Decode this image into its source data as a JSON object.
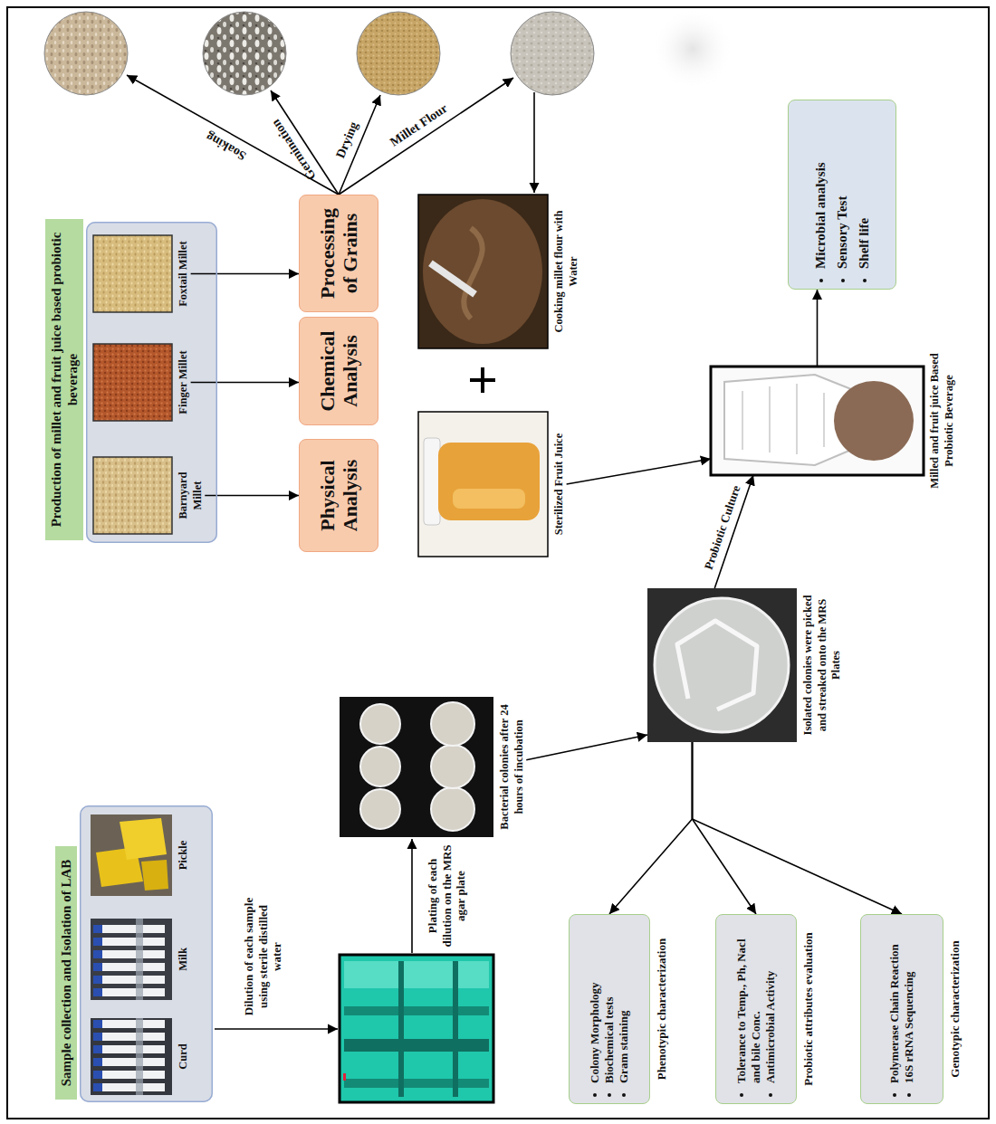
{
  "diagram": {
    "nodes": [
      {
        "text": [
          "Sample collection and Isolation of LAB"
        ]
      },
      {
        "text": [
          "Curd"
        ],
        "in": 0
      },
      {
        "text": [
          "Milk"
        ],
        "in": 0
      },
      {
        "text": [
          "Pickle"
        ],
        "in": 0
      },
      {
        "text": [
          "Production of millet and fruit juice based probiotic beverage"
        ]
      },
      {
        "text": [
          "Barnyard Millet"
        ],
        "in": 4
      },
      {
        "text": [
          "Finger Millet"
        ],
        "in": 4
      },
      {
        "text": [
          "Foxtail Millet"
        ],
        "in": 4
      },
      {
        "text": [
          "Physical Analysis"
        ]
      },
      {
        "text": [
          "Chemical Analysis"
        ]
      },
      {
        "text": [
          "Processing of Grains"
        ]
      },
      {
        "text": [
          "Bacterial colonies after 24 hours of incubation"
        ]
      },
      {
        "text": [
          "Isolated colonies were picked and streaked onto the MRS Plates"
        ]
      },
      {
        "text": [
          "Colony Morphology",
          "Biochemical tests",
          "Gram staining",
          "Phenotypic characterization"
        ]
      },
      {
        "text": [
          "Tolerance to Temp., Ph, Nacl and bile Conc.",
          "Antimicrobial Activity",
          "Probiotic attributes evaluation"
        ]
      },
      {
        "text": [
          "Polymerase Chain Reaction",
          "16S rRNA Sequencing",
          "Genotypic characterization"
        ]
      },
      {
        "text": [
          "Sterilized Fruit Juice"
        ]
      },
      {
        "text": [
          "Cooking millet flour with Water"
        ]
      },
      {
        "text": [
          "Milled and fruit juice Based Probiotic Beverage"
        ]
      },
      {
        "text": [
          "Microbial analysis",
          "Sensory Test",
          "Shelf life"
        ]
      }
    ],
    "edges": [
      {
        "from": 5,
        "to": 8,
        "arrow": "to"
      },
      {
        "from": 6,
        "to": 9,
        "arrow": "to"
      },
      {
        "from": 7,
        "to": 10,
        "arrow": "to"
      },
      {
        "from": 11,
        "to": 12,
        "arrow": "to"
      },
      {
        "from": 12,
        "to": 13,
        "arrow": "to"
      },
      {
        "from": 12,
        "to": 14,
        "arrow": "to"
      },
      {
        "from": 12,
        "to": 15,
        "arrow": "to"
      },
      {
        "from": 12,
        "to": 18,
        "label": "Probiotic Culture",
        "arrow": "to"
      },
      {
        "from": 16,
        "to": 18,
        "arrow": "to"
      },
      {
        "from": 18,
        "to": 19,
        "arrow": "to"
      }
    ],
    "labels": [
      "Dilution of each sample using sterile distilled water",
      "Plating of each dilution on the MRS agar plate",
      "Soaking",
      "Germination",
      "Drying",
      "Millet Flour"
    ]
  }
}
